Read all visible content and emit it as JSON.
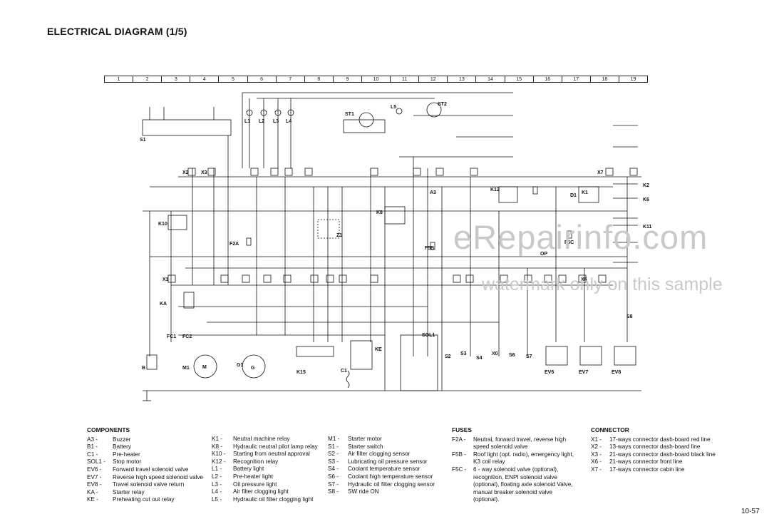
{
  "title": "ELECTRICAL DIAGRAM (1/5)",
  "grid_numbers": [
    "1",
    "2",
    "3",
    "4",
    "5",
    "6",
    "7",
    "8",
    "9",
    "10",
    "11",
    "12",
    "13",
    "14",
    "15",
    "16",
    "17",
    "18",
    "19"
  ],
  "diagram_labels": {
    "s1": "S1",
    "k10": "K10",
    "ka": "KA",
    "k8": "K8",
    "k12": "K12",
    "k1": "K1",
    "z1": "Z1",
    "a3": "A3",
    "st1": "ST1",
    "st2": "ST2",
    "l5": "L5",
    "l1": "L1",
    "l2": "L2",
    "l3": "L3",
    "l4": "L4",
    "m1": "M1",
    "g1": "G1",
    "b": "B",
    "fc1": "FC1",
    "fc2": "FC2",
    "k15": "K15",
    "c1": "C1",
    "ke": "KE",
    "sol1": "SOL1",
    "s2": "S2",
    "s3": "S3",
    "s4": "S4",
    "x0": "X0",
    "s6": "S6",
    "s7": "S7",
    "s8": "S8",
    "ev6": "EV6",
    "ev7": "EV7",
    "ev8": "EV8",
    "f2a": "F2A",
    "f5b": "F5B",
    "f5c": "F5C",
    "d1": "D1",
    "x1": "X1",
    "x2": "X2",
    "x3": "X3",
    "x6": "X6",
    "x7": "X7",
    "k2": "K2",
    "k6": "K6",
    "k11": "K11",
    "m": "M",
    "g": "G",
    "op": "OP"
  },
  "legend": {
    "components": {
      "heading": "COMPONENTS",
      "col1": [
        {
          "code": "A3 -",
          "desc": "Buzzer"
        },
        {
          "code": "B1 -",
          "desc": "Battery"
        },
        {
          "code": "C1 -",
          "desc": "Pre-heater"
        },
        {
          "code": "SOL1 -",
          "desc": "Stop motor"
        },
        {
          "code": "EV6 -",
          "desc": "Forward travel solenoid valve"
        },
        {
          "code": "EV7 -",
          "desc": "Reverse high speed solenoid valve"
        },
        {
          "code": "EV8 -",
          "desc": "Travel solenoid valve return"
        },
        {
          "code": "KA -",
          "desc": "Starter relay"
        },
        {
          "code": "KE -",
          "desc": "Preheating cut out relay"
        }
      ],
      "col2": [
        {
          "code": "K1 -",
          "desc": "Neutral machine relay"
        },
        {
          "code": "K8 -",
          "desc": "Hydraulic neutral pilot lamp relay"
        },
        {
          "code": "K10 -",
          "desc": "Starting from neutral approval"
        },
        {
          "code": "K12 -",
          "desc": "Recognition relay"
        },
        {
          "code": "L1 -",
          "desc": "Battery light"
        },
        {
          "code": "L2 -",
          "desc": "Pre-heater light"
        },
        {
          "code": "L3 -",
          "desc": "Oil pressure light"
        },
        {
          "code": "L4 -",
          "desc": "Air filter clogging light"
        },
        {
          "code": "L5 -",
          "desc": "Hydraulic oil filter clogging light"
        }
      ],
      "col3": [
        {
          "code": "M1 -",
          "desc": "Starter motor"
        },
        {
          "code": "S1 -",
          "desc": "Starter switch"
        },
        {
          "code": "S2 -",
          "desc": "Air filter clogging sensor"
        },
        {
          "code": "S3 -",
          "desc": "Lubricating oil pressure sensor"
        },
        {
          "code": "S4 -",
          "desc": "Coolant temperature sensor"
        },
        {
          "code": "S6 -",
          "desc": "Coolant high temperature sensor"
        },
        {
          "code": "S7 -",
          "desc": "Hydraulic oil filter clogging sensor"
        },
        {
          "code": "S8 -",
          "desc": "SW ride ON"
        }
      ]
    },
    "fuses": {
      "heading": "FUSES",
      "items": [
        {
          "code": "F2A -",
          "desc": "Neutral, forward travel, reverse high speed solenoid valve"
        },
        {
          "code": "F5B -",
          "desc": "Roof light (opt. radio), emergency light, K3 coil relay"
        },
        {
          "code": "F5C -",
          "desc": "6 - way solenoid valve (optional), recognition, ENPI solenoid valve (optional), floating axle solenoid Valve, manual breaker solenoid valve (optional)."
        }
      ]
    },
    "connector": {
      "heading": "CONNECTOR",
      "items": [
        {
          "code": "X1 -",
          "desc": "17-ways connector dash-board red line"
        },
        {
          "code": "X2 -",
          "desc": "13-ways connector dash-board line"
        },
        {
          "code": "X3 -",
          "desc": "21-ways connector dash-board black line"
        },
        {
          "code": "X6 -",
          "desc": "21-ways connector front line"
        },
        {
          "code": "X7 -",
          "desc": "17-ways connector cabin line"
        }
      ]
    }
  },
  "watermark": {
    "main": "eRepairinfo.com",
    "sub": "watermark only on this sample"
  },
  "page_number": "10-57"
}
